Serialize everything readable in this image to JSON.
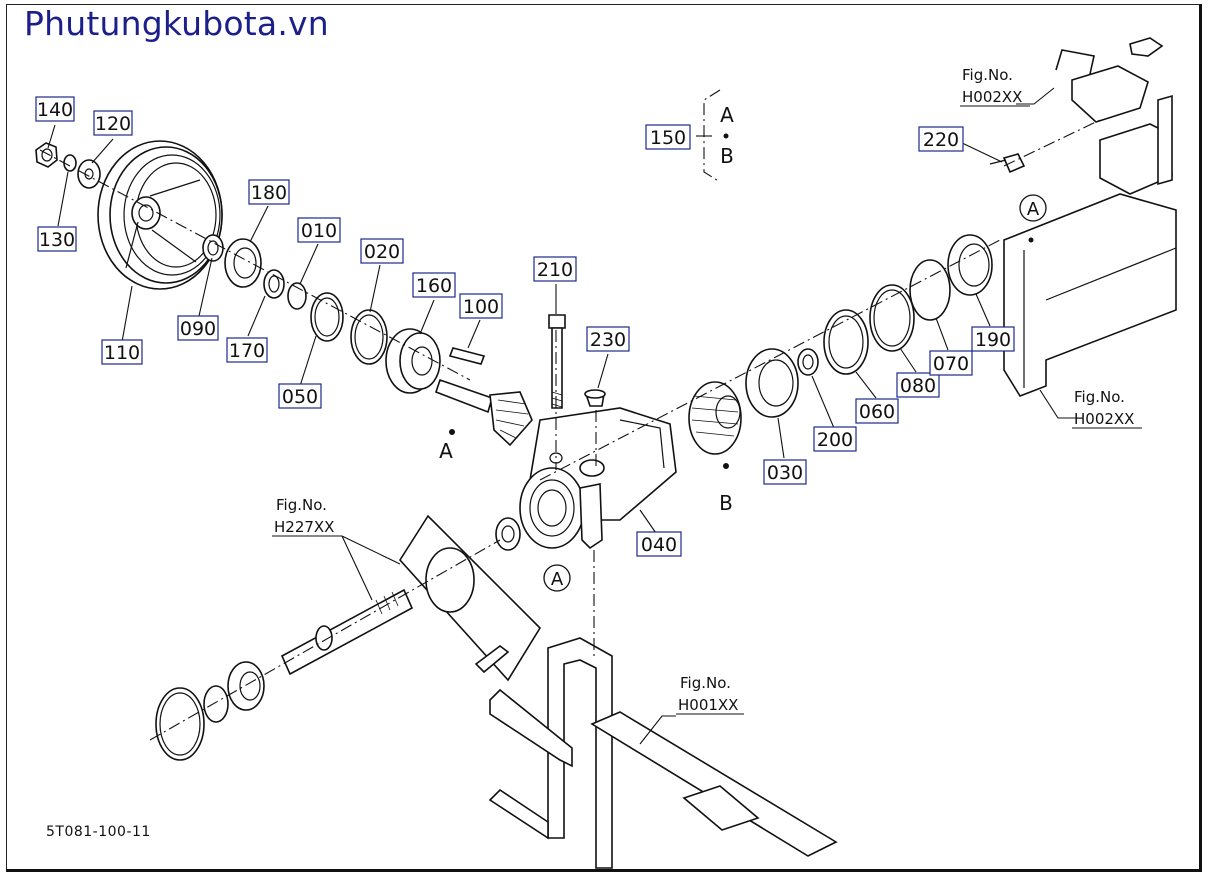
{
  "watermark": "Phutungkubota.vn",
  "drawing_code": "5T081-100-11",
  "callouts": {
    "c010": "010",
    "c020": "020",
    "c030": "030",
    "c040": "040",
    "c050": "050",
    "c060": "060",
    "c070": "070",
    "c080": "080",
    "c090": "090",
    "c100": "100",
    "c110": "110",
    "c120": "120",
    "c130": "130",
    "c140": "140",
    "c150": "150",
    "c160": "160",
    "c170": "170",
    "c180": "180",
    "c190": "190",
    "c200": "200",
    "c210": "210",
    "c220": "220",
    "c230": "230"
  },
  "markers": {
    "a": "A",
    "b": "B"
  },
  "fig_refs": {
    "fig_label": "Fig.No.",
    "top_right": "H002XX",
    "mid_right": "H002XX",
    "left_shaft": "H227XX",
    "bottom_frame": "H001XX"
  }
}
